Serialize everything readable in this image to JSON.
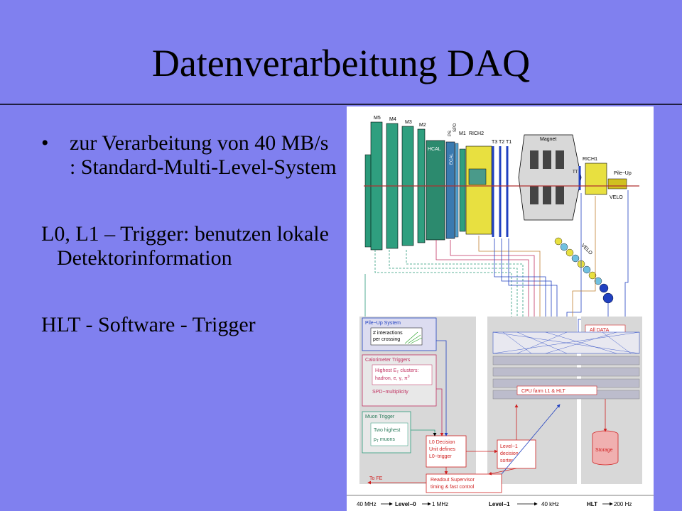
{
  "slide": {
    "title": "Datenverarbeitung DAQ",
    "bullet_symbol": "•",
    "bullet_text": "zur Verarbeitung von 40 MB/s : Standard-Multi-Level-System",
    "paragraph_1": "L0, L1 – Trigger: benutzen lokale Detektorinformation",
    "paragraph_2": "HLT  - Software - Trigger"
  },
  "figure": {
    "detector_labels": {
      "m5": "M5",
      "m4": "M4",
      "m3": "M3",
      "m2": "M2",
      "m1": "M1",
      "ps": "PS",
      "spd": "SPD",
      "hcal": "HCAL",
      "ecal": "ECAL",
      "rich2": "RICH2",
      "tracking": "T3 T2 T1",
      "magnet": "Magnet",
      "rich1": "RICH1",
      "tt": "TT",
      "pileup": "Pile−Up",
      "velo": "VELO",
      "velo_side": "VELO"
    },
    "boxes": {
      "pileup_system": "Pile−Up System",
      "interactions": [
        "# interactions",
        "per crossing"
      ],
      "calo_triggers": "Calorimeter Triggers",
      "clusters": [
        "Highest E",
        "T",
        " clusters:"
      ],
      "particles": "hadron, e, γ,  π",
      "pi_superscript": "0",
      "spd_mult": "SPD−multiplicity",
      "muon_trigger": "Muon Trigger",
      "two_highest": [
        "Two highest",
        "p",
        "T",
        " muons"
      ],
      "l0_decision": [
        "L0 Decision",
        "Unit defines",
        "L0−trigger"
      ],
      "level1_sorter": [
        "Level−1",
        "decision",
        "sorter"
      ],
      "to_fe": "To FE",
      "readout": [
        "Readout Supervisor",
        "timing & fast control"
      ],
      "all_data": "All DATA",
      "cpu_farm": "CPU farm L1  &  HLT",
      "storage": "Storage"
    },
    "rates": {
      "r40mhz": "40 MHz",
      "level0": "Level−0",
      "r1mhz": "1 MHz",
      "level1": "Level−1",
      "r40khz": "40 kHz",
      "hlt": "HLT",
      "r200hz": "200 Hz"
    }
  }
}
